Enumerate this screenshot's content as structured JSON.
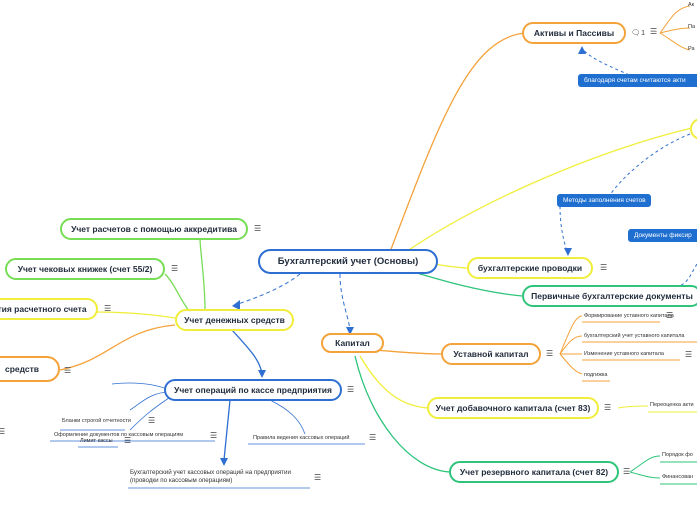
{
  "root": "Бухгалтерский учет (Основы)",
  "right": {
    "assets": "Активы и Пассивы",
    "assets_comments": "1",
    "assets_children": [
      "Ак",
      "Па",
      "Ра"
    ],
    "postings": "бухгалтерские проводки",
    "primary_docs": "Первичные бухгалтерские документы",
    "capital": "Капитал",
    "charter": "Уставной капитал",
    "charter_children": [
      "Формирование уставного капитала",
      "бухгалтерский учет уставного капитала",
      "Изменение уставного капитала",
      "подгижка"
    ],
    "additional": "Учет добавочного капитала (счет 83)",
    "additional_child": "Переоценка акти",
    "reserve": "Учет резервного капитала (счет 82)",
    "reserve_children": [
      "Порядок фо",
      "Финансован"
    ]
  },
  "notes": {
    "note1": "благодаря счетам считаются акти",
    "note2": "Методы заполнения счетов",
    "note3": "Документы фиксир"
  },
  "left": {
    "cash": "Учет денежных средств",
    "accreditive": "Учет расчетов с помощью аккредитива",
    "checkbooks": "Учет чековых книжек (счет 55/2)",
    "account": "тия расчетного счета",
    "funds": "средств",
    "cashops": "Учет операций по кассе предприятия",
    "cashops_children": [
      "Бланки строгой отчетности",
      "Лимит кассы",
      "Оформление документов по кассовым операциям",
      "Правила ведения кассовых операций",
      "Бухгалтерский учет кассовых операций на предприятии (проводки по кассовым операциям)"
    ]
  },
  "icons": {
    "menu": "hamburger-icon",
    "comment": "comment-icon"
  },
  "colors": {
    "root_border": "#2f6fd1",
    "green": "#77dd55",
    "yellow": "#f0ee3a",
    "orange": "#f4a23a",
    "teal": "#2fc47a",
    "blue_link": "#2f6fd1",
    "note_bg": "#1f6fd0"
  }
}
